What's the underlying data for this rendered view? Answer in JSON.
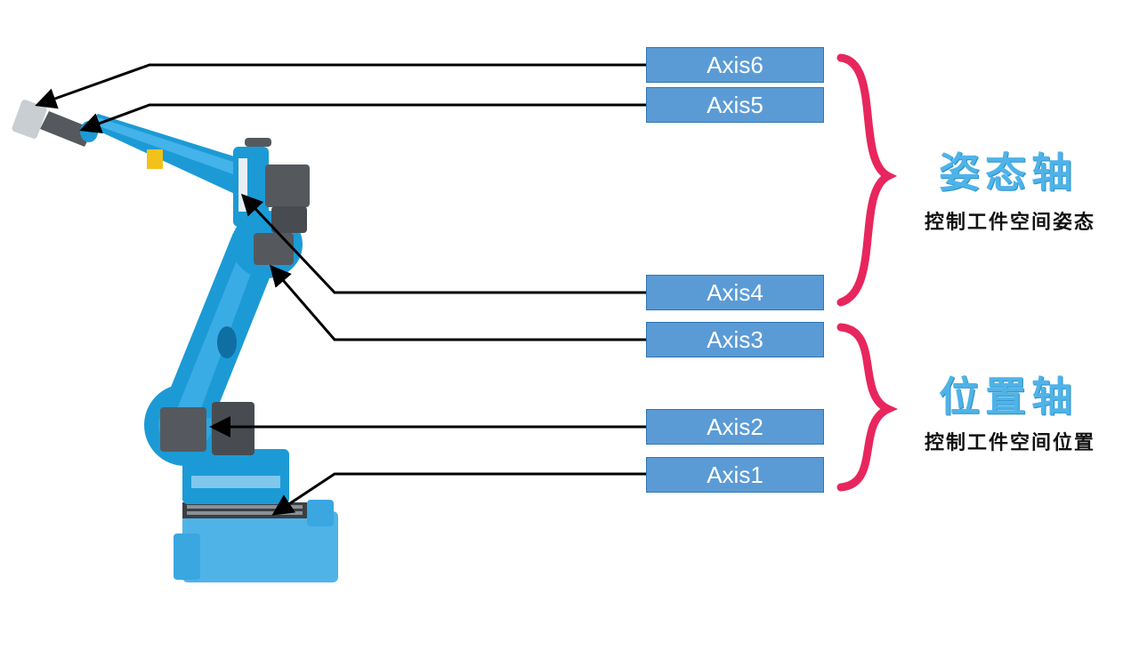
{
  "axes": [
    {
      "id": "axis6",
      "label": "Axis6"
    },
    {
      "id": "axis5",
      "label": "Axis5"
    },
    {
      "id": "axis4",
      "label": "Axis4"
    },
    {
      "id": "axis3",
      "label": "Axis3"
    },
    {
      "id": "axis2",
      "label": "Axis2"
    },
    {
      "id": "axis1",
      "label": "Axis1"
    }
  ],
  "groups": {
    "orientation": {
      "title": "姿态轴",
      "description": "控制工件空间姿态"
    },
    "position": {
      "title": "位置轴",
      "description": "控制工件空间位置"
    }
  },
  "colors": {
    "axis_box_fill": "#5b9bd5",
    "axis_box_border": "#2e75b6",
    "brace": "#e8265e",
    "group_title": "#4fb3e8",
    "robot_body": "#1c9ad6",
    "robot_base": "#4fb3e8",
    "motor": "#55595e",
    "arrow": "#000000"
  },
  "icons": {
    "robot": "industrial-robot-arm-illustration"
  }
}
